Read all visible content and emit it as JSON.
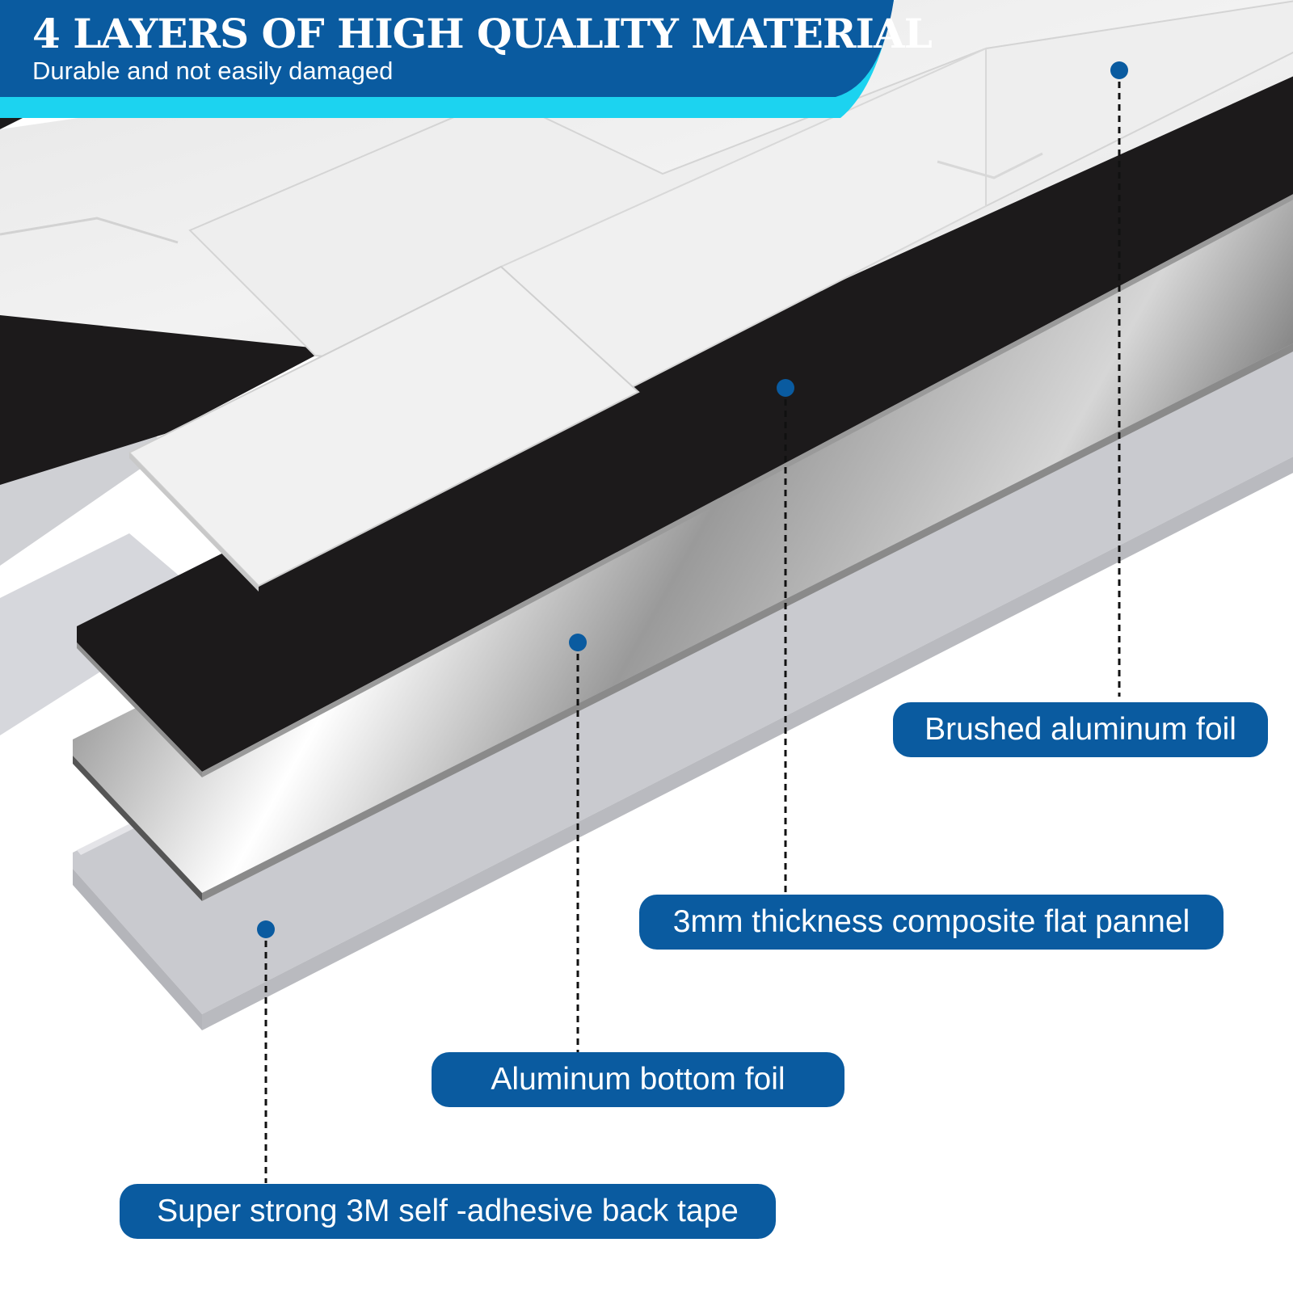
{
  "header": {
    "title": "4 LAYERS OF HIGH QUALITY MATERIAL",
    "subtitle": "Durable and not easily damaged"
  },
  "layers": [
    {
      "label": "Brushed aluminum foil"
    },
    {
      "label": "3mm thickness composite flat pannel"
    },
    {
      "label": "Aluminum bottom foil"
    },
    {
      "label": "Super strong 3M self -adhesive back tape"
    }
  ],
  "colors": {
    "banner_blue": "#0a5ba0",
    "banner_accent": "#1cd3f0",
    "label_blue": "#0a5ba0",
    "panel_black": "#1c1a1b",
    "marble_white": "#ececec"
  }
}
